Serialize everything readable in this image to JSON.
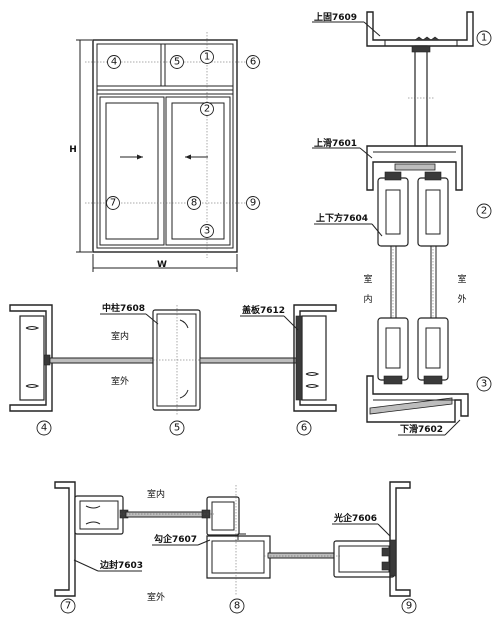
{
  "elevation": {
    "height_label": "H",
    "width_label": "W"
  },
  "markers": [
    "1",
    "2",
    "3",
    "4",
    "5",
    "6",
    "7",
    "8",
    "9"
  ],
  "vertical_section": {
    "top_fixed": "上固7609",
    "top_slide": "上滑7601",
    "upper_lower": "上下方7604",
    "bottom_slide": "下滑7602",
    "indoor_chars": [
      "室",
      "内"
    ],
    "outdoor_chars": [
      "室",
      "外"
    ]
  },
  "horizontal_section_1": {
    "mullion": "中柱7608",
    "cover_plate": "盖板7612",
    "indoor": "室内",
    "outdoor": "室外"
  },
  "horizontal_section_2": {
    "indoor": "室内",
    "outdoor": "室外",
    "hook_stile": "勾企7607",
    "plain_stile": "光企7606",
    "edge_seal": "边封7603"
  }
}
